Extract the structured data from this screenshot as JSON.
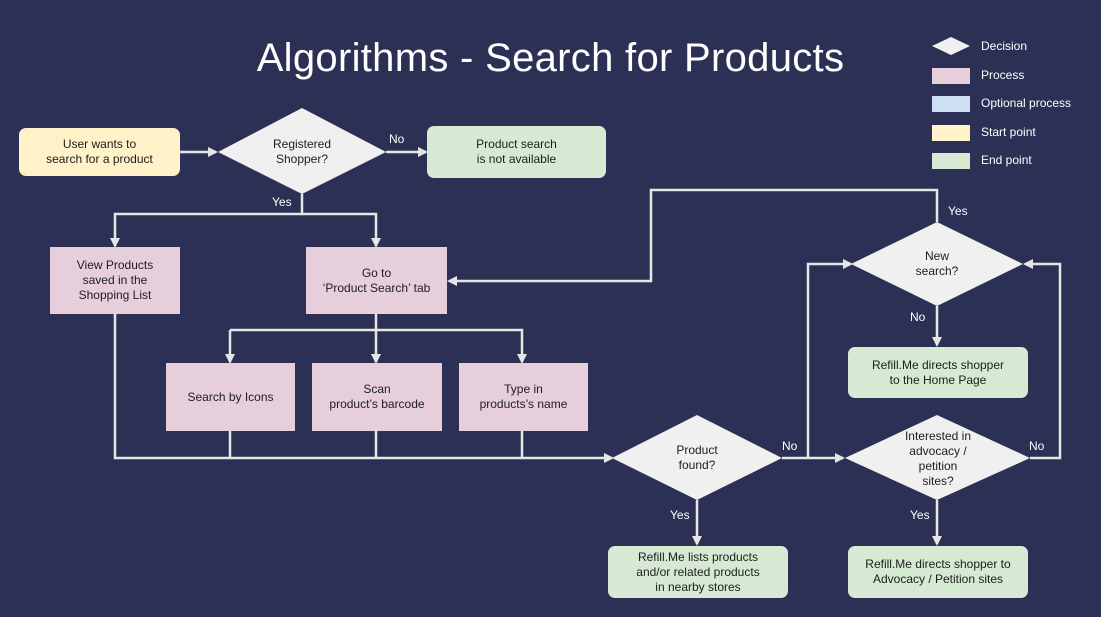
{
  "title": "Algorithms - Search for Products",
  "colors": {
    "background": "#2b3054",
    "decision": "#f0f0f0",
    "process": "#e7cedb",
    "optional": "#cfe0f3",
    "start": "#fff2c8",
    "end": "#d6ead3",
    "connector": "#e6e6e6"
  },
  "legend": [
    {
      "label": "Decision",
      "kind": "decision"
    },
    {
      "label": "Process",
      "kind": "process"
    },
    {
      "label": "Optional process",
      "kind": "optional"
    },
    {
      "label": "Start point",
      "kind": "start"
    },
    {
      "label": "End point",
      "kind": "end"
    }
  ],
  "nodes": {
    "start": "User wants to\nsearch for a product",
    "registered": "Registered\nShopper?",
    "not_available": "Product search\nis not available",
    "view_products": "View Products\nsaved in the\nShopping List",
    "go_to_tab": "Go to\n‘Product Search’ tab",
    "search_icons": "Search by Icons",
    "scan_barcode": "Scan\nproduct’s barcode",
    "type_name": "Type in\nproducts’s name",
    "product_found": "Product\nfound?",
    "lists_products": "Refill.Me lists products\nand/or related products\nin nearby stores",
    "new_search": "New\nsearch?",
    "home_page": "Refill.Me directs shopper\nto the Home Page",
    "interested": "Interested in\nadvocacy /\npetition\nsites?",
    "advocacy_sites": "Refill.Me directs shopper to\nAdvocacy / Petition sites"
  },
  "labels": {
    "registered_no": "No",
    "registered_yes": "Yes",
    "found_no": "No",
    "found_yes": "Yes",
    "new_search_yes": "Yes",
    "new_search_no": "No",
    "interested_no": "No",
    "interested_yes": "Yes"
  }
}
